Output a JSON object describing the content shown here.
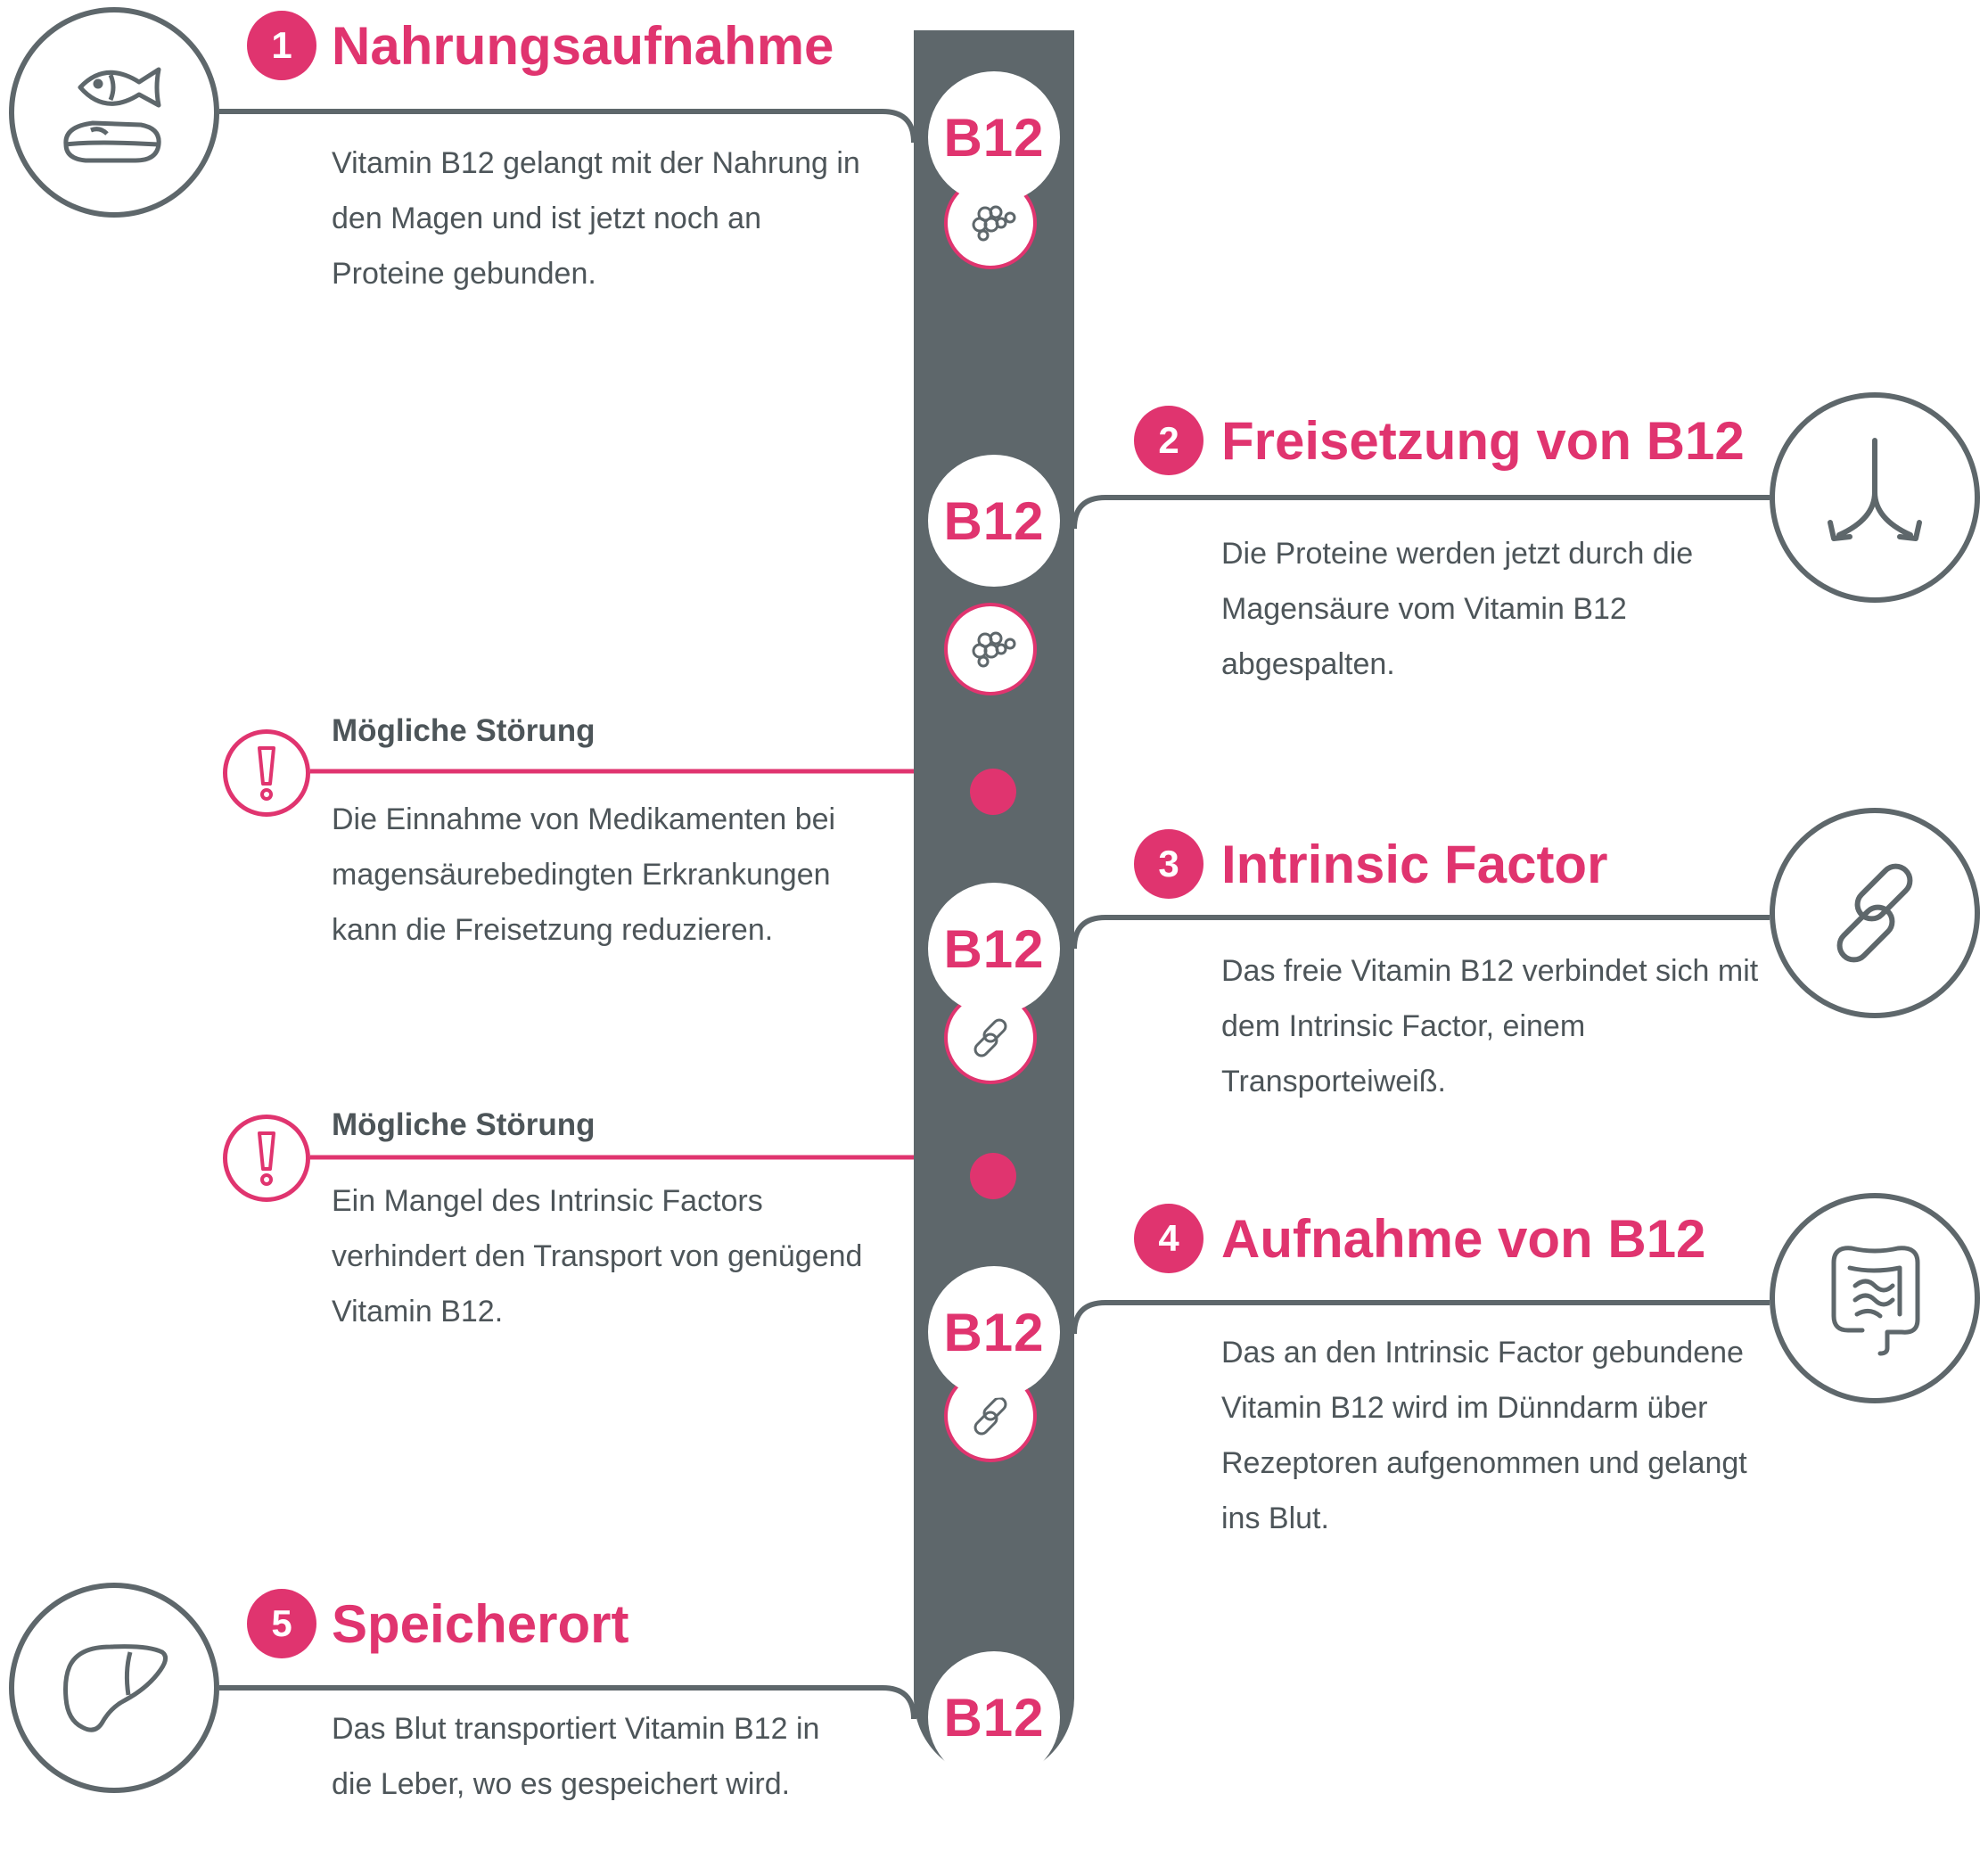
{
  "center_label": "B12",
  "colors": {
    "accent": "#e0346f",
    "gray": "#5e676b",
    "text": "#4d5559"
  },
  "steps": [
    {
      "number": "1",
      "title": "Nahrungsaufnahme",
      "text": "Vitamin B12 gelangt mit der Nahrung in den Magen und ist jetzt noch an Proteine gebunden.",
      "icon": "fish-meat-icon"
    },
    {
      "number": "2",
      "title": "Freisetzung von B12",
      "text": "Die Proteine werden jetzt durch die Magensäure vom Vitamin B12 abgespalten.",
      "icon": "split-arrows-icon"
    },
    {
      "number": "3",
      "title": "Intrinsic Factor",
      "text": "Das freie Vitamin B12 verbindet sich mit dem Intrinsic Factor, einem Transporteiweiß.",
      "icon": "chain-link-icon"
    },
    {
      "number": "4",
      "title": "Aufnahme von B12",
      "text": "Das an den Intrinsic Factor gebundene Vitamin B12 wird im Dünndarm über Rezeptoren aufgenommen und gelangt ins Blut.",
      "icon": "intestine-icon"
    },
    {
      "number": "5",
      "title": "Speicherort",
      "text": "Das Blut transportiert Vitamin B12 in die Leber, wo es gespeichert wird.",
      "icon": "liver-icon"
    }
  ],
  "disruptions": [
    {
      "title": "Mögliche Störung",
      "text": "Die Einnahme von Medikamenten bei magensäurebedingten Erkrankungen kann die Freisetzung reduzieren.",
      "icon": "exclamation-icon"
    },
    {
      "title": "Mögliche Störung",
      "text": "Ein Mangel des Intrinsic Factors verhindert den Transport von genügend Vitamin B12.",
      "icon": "exclamation-icon"
    }
  ]
}
